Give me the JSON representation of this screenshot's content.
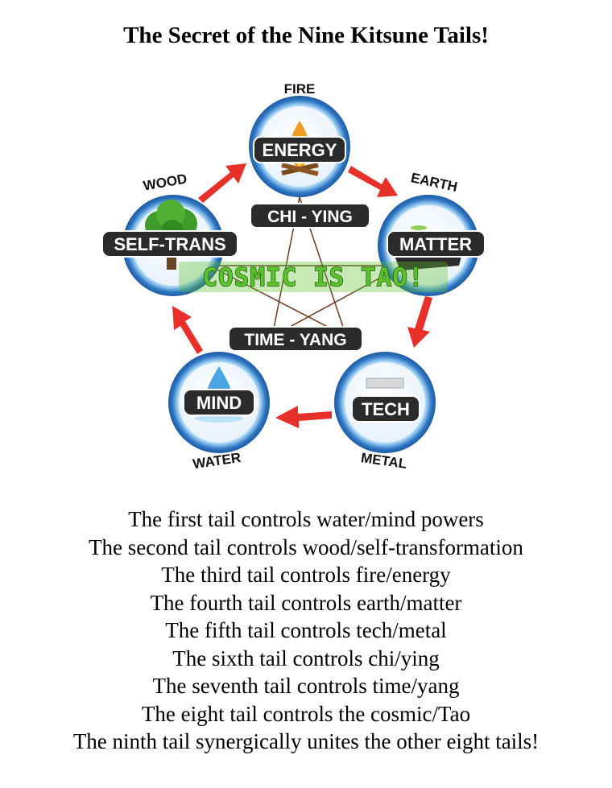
{
  "title": "The Secret of the Nine Kitsune Tails!",
  "diagram": {
    "elements": {
      "fire": "FIRE",
      "earth": "EARTH",
      "wood": "WOOD",
      "water": "WATER",
      "metal": "METAL"
    },
    "nodes": {
      "energy": "ENERGY",
      "matter": "MATTER",
      "self_trans": "SELF-TRANS",
      "mind": "MIND",
      "tech": "TECH"
    },
    "center": {
      "chi_ying": "CHI - YING",
      "time_yang": "TIME - YANG",
      "cosmic": "COSMIC IS TAO!"
    },
    "colors": {
      "ring": "#3a7fc9",
      "arrow": "#e8302a",
      "label_box": "#2b2b2b",
      "cosmic_box": "#5cc12c"
    }
  },
  "lines": [
    "The first tail controls water/mind powers",
    "The second tail controls wood/self-transformation",
    "The third tail controls fire/energy",
    "The fourth tail controls earth/matter",
    "The fifth tail controls tech/metal",
    "The sixth tail controls chi/ying",
    "The seventh tail controls time/yang",
    "The eight tail controls the cosmic/Tao",
    "The ninth tail synergically unites the other eight tails!"
  ]
}
